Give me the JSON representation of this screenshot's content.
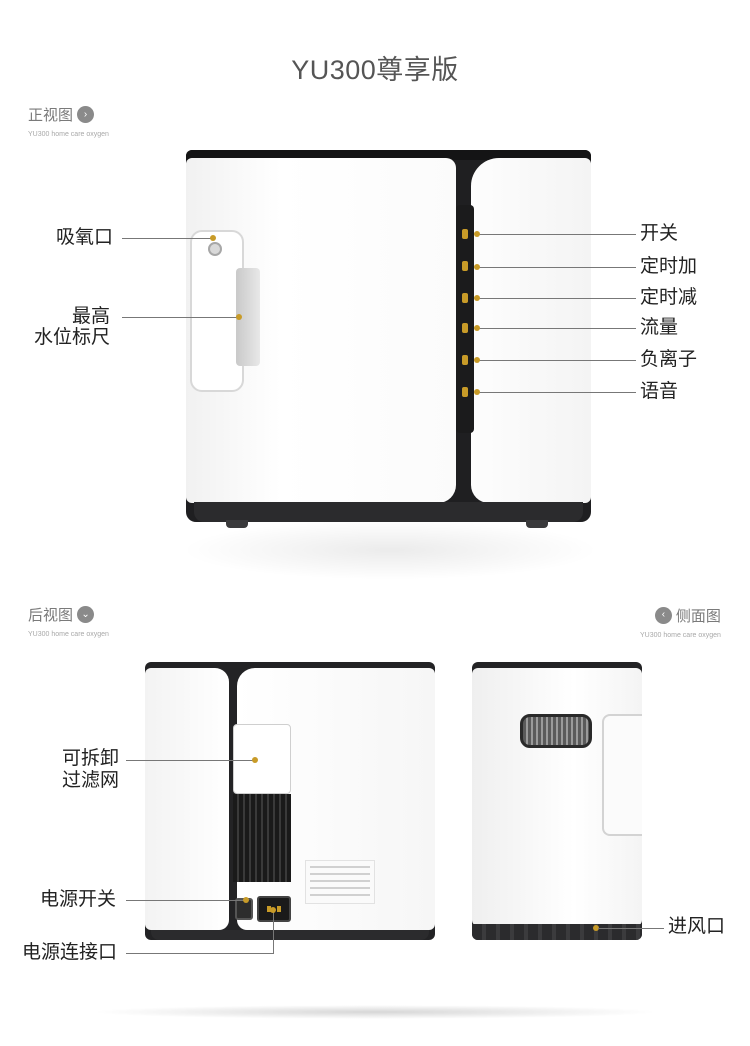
{
  "title": "YU300尊享版",
  "sections": {
    "front": {
      "label": "正视图",
      "subtitle": "YU300 home care oxygen",
      "badge": "›"
    },
    "back": {
      "label": "后视图",
      "subtitle": "YU300 home care oxygen",
      "badge": "⌄"
    },
    "side": {
      "label": "侧面图",
      "subtitle": "YU300 home care oxygen",
      "badge": "‹"
    }
  },
  "front_callouts": {
    "inhale": "吸氧口",
    "water_line1": "最高",
    "water_line2": "水位标尺",
    "power": "开关",
    "timer_plus": "定时加",
    "timer_minus": "定时减",
    "flow": "流量",
    "anion": "负离子",
    "voice": "语音"
  },
  "back_callouts": {
    "filter_line1": "可拆卸",
    "filter_line2": "过滤网",
    "power_switch": "电源开关",
    "power_port": "电源连接口"
  },
  "side_callouts": {
    "air_inlet": "进风口"
  },
  "colors": {
    "accent": "#c89b28",
    "device_dark": "#1f1f21",
    "device_white": "#ffffff",
    "line": "#777777"
  }
}
